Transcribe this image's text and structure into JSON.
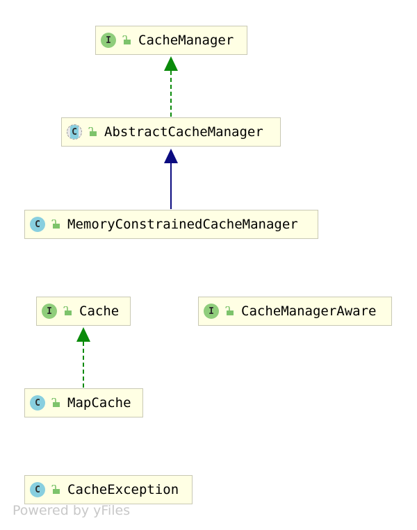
{
  "nodes": {
    "cache_manager": {
      "kind": "I",
      "name": "CacheManager"
    },
    "abstract_cache_manager": {
      "kind": "C",
      "name": "AbstractCacheManager"
    },
    "memory_constrained_cache_manager": {
      "kind": "C",
      "name": "MemoryConstrainedCacheManager"
    },
    "cache": {
      "kind": "I",
      "name": "Cache"
    },
    "cache_manager_aware": {
      "kind": "I",
      "name": "CacheManagerAware"
    },
    "map_cache": {
      "kind": "C",
      "name": "MapCache"
    },
    "cache_exception": {
      "kind": "C",
      "name": "CacheException"
    }
  },
  "edges": [
    {
      "from": "AbstractCacheManager",
      "to": "CacheManager",
      "relation": "implements",
      "style": "dashed",
      "color": "#0a8a0a"
    },
    {
      "from": "MemoryConstrainedCacheManager",
      "to": "AbstractCacheManager",
      "relation": "extends",
      "style": "solid",
      "color": "#0b0b80"
    },
    {
      "from": "MapCache",
      "to": "Cache",
      "relation": "implements",
      "style": "dashed",
      "color": "#0a8a0a"
    }
  ],
  "colors": {
    "node_fill": "#ffffe4",
    "node_border": "#c8c8b4",
    "interface_badge": "#8fcd7b",
    "class_badge": "#88cfdf",
    "lock_icon": "#7dc36b"
  },
  "watermark": "Powered by yFiles"
}
